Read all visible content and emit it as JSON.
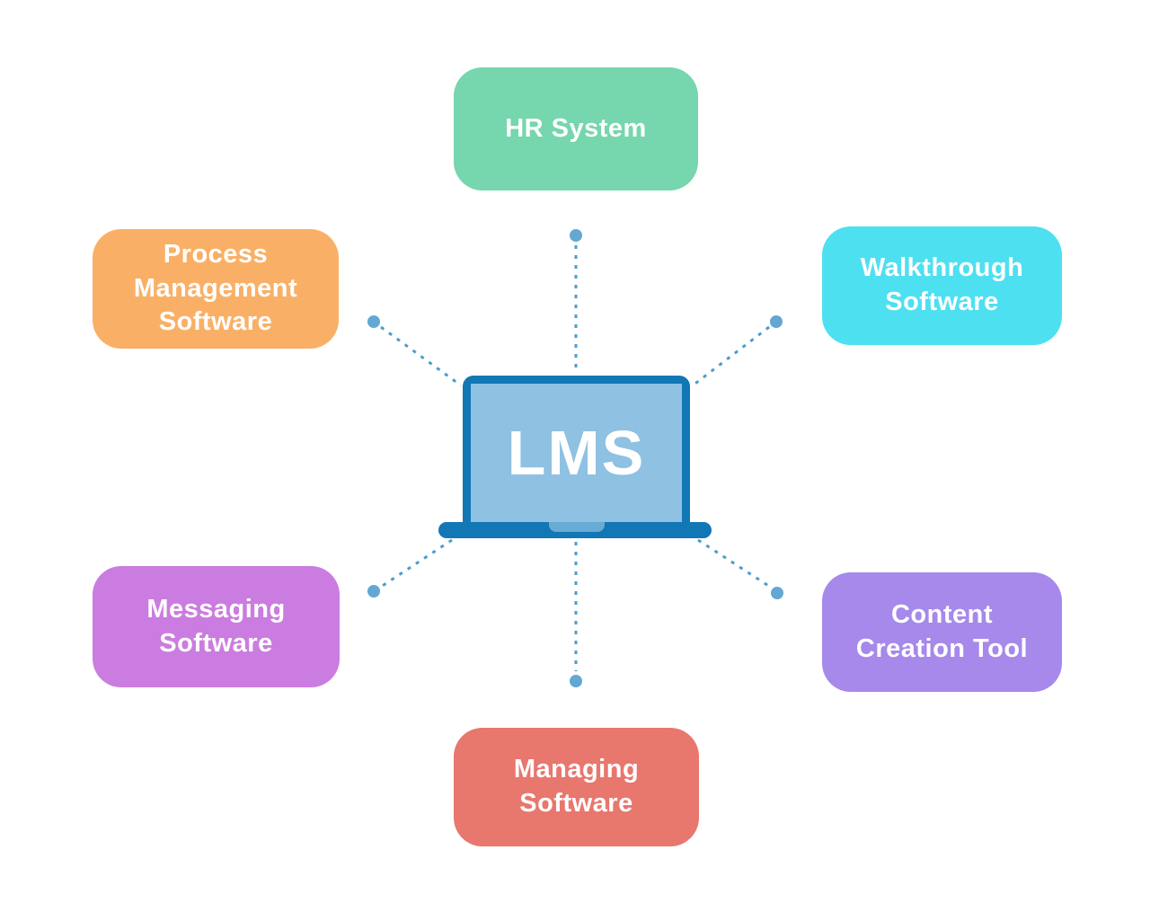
{
  "center": {
    "label": "LMS"
  },
  "nodes": [
    {
      "id": "hr-system",
      "label": [
        "HR System"
      ],
      "color": "#76d6ad"
    },
    {
      "id": "process-management-software",
      "label": [
        "Process",
        "Management",
        "Software"
      ],
      "color": "#f9b066"
    },
    {
      "id": "walkthrough-software",
      "label": [
        "Walkthrough",
        "Software"
      ],
      "color": "#4de0f1"
    },
    {
      "id": "messaging-software",
      "label": [
        "Messaging",
        "Software"
      ],
      "color": "#cb7ce0"
    },
    {
      "id": "content-creation-tool",
      "label": [
        "Content",
        "Creation Tool"
      ],
      "color": "#a689ea"
    },
    {
      "id": "managing-software",
      "label": [
        "Managing",
        "Software"
      ],
      "color": "#e8776e"
    }
  ],
  "colors": {
    "background": "#ffffff",
    "node_text": "#ffffff",
    "laptop_frame": "#1277b5",
    "laptop_screen": "#8ec1e2",
    "laptop_notch": "#68abd5",
    "connector_line": "#4e9cca",
    "connector_dot": "#64a7d3",
    "center_text": "#ffffff"
  }
}
